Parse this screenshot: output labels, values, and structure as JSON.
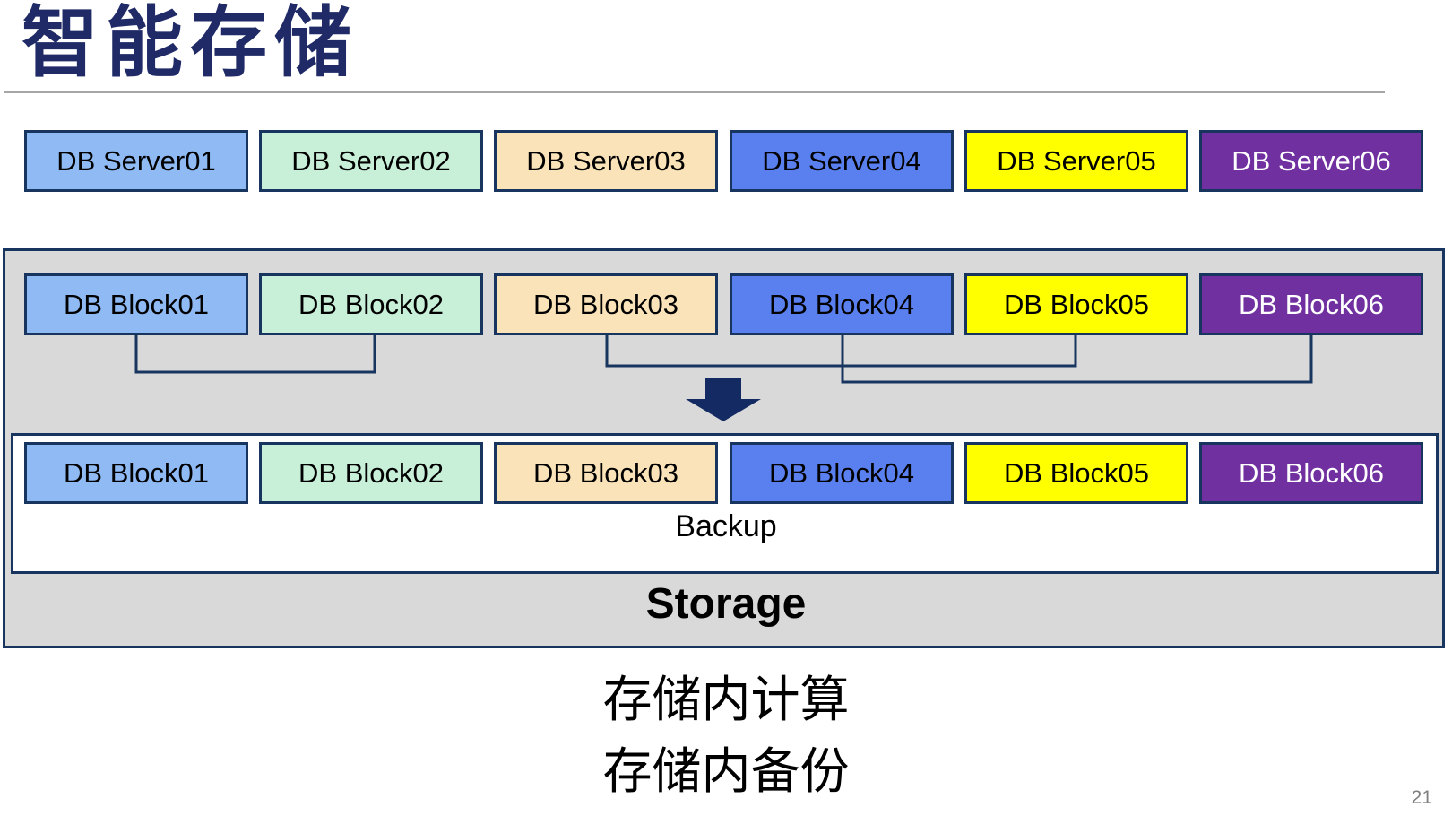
{
  "slide": {
    "title": "智能存储",
    "page_number": "21",
    "caption_line1": "存储内计算",
    "caption_line2": "存储内备份"
  },
  "colors": {
    "navy_border": "#17355E",
    "title_navy": "#1F2A66",
    "arrow_navy": "#132A63",
    "container_gray": "#D9D9D9",
    "divider_gray": "#A6A6A6",
    "page_number_gray": "#7F7F7F"
  },
  "servers": [
    {
      "label": "DB Server01",
      "color": "#8FBAF3",
      "text": "#000000"
    },
    {
      "label": "DB Server02",
      "color": "#C8EFD8",
      "text": "#000000"
    },
    {
      "label": "DB Server03",
      "color": "#FAE3B8",
      "text": "#000000"
    },
    {
      "label": "DB Server04",
      "color": "#5A80F0",
      "text": "#000000"
    },
    {
      "label": "DB Server05",
      "color": "#FFFF00",
      "text": "#000000"
    },
    {
      "label": "DB Server06",
      "color": "#7030A0",
      "text": "#FFFFFF"
    }
  ],
  "blocks_source": [
    {
      "label": "DB Block01",
      "color": "#8FBAF3",
      "text": "#000000"
    },
    {
      "label": "DB Block02",
      "color": "#C8EFD8",
      "text": "#000000"
    },
    {
      "label": "DB Block03",
      "color": "#FAE3B8",
      "text": "#000000"
    },
    {
      "label": "DB Block04",
      "color": "#5A80F0",
      "text": "#000000"
    },
    {
      "label": "DB Block05",
      "color": "#FFFF00",
      "text": "#000000"
    },
    {
      "label": "DB Block06",
      "color": "#7030A0",
      "text": "#FFFFFF"
    }
  ],
  "blocks_backup": [
    {
      "label": "DB Block01",
      "color": "#8FBAF3",
      "text": "#000000"
    },
    {
      "label": "DB Block02",
      "color": "#C8EFD8",
      "text": "#000000"
    },
    {
      "label": "DB Block03",
      "color": "#FAE3B8",
      "text": "#000000"
    },
    {
      "label": "DB Block04",
      "color": "#5A80F0",
      "text": "#000000"
    },
    {
      "label": "DB Block05",
      "color": "#FFFF00",
      "text": "#000000"
    },
    {
      "label": "DB Block06",
      "color": "#7030A0",
      "text": "#FFFFFF"
    }
  ],
  "storage": {
    "backup_label": "Backup",
    "storage_label": "Storage"
  }
}
